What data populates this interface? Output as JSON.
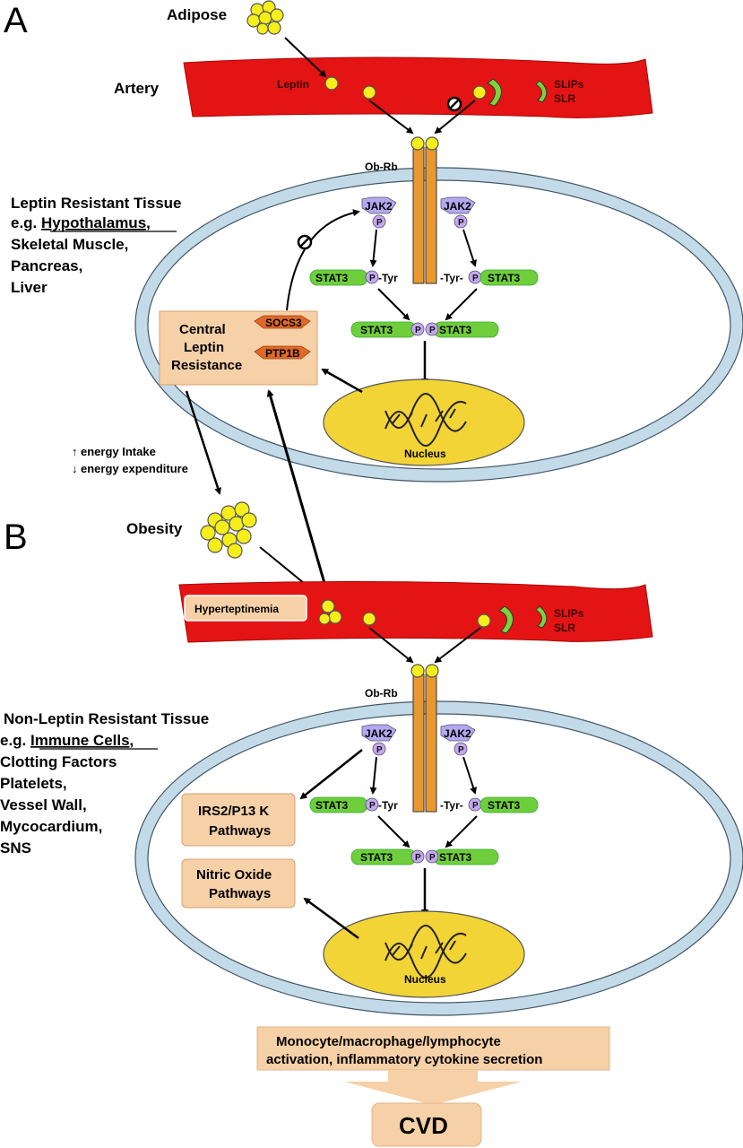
{
  "panel_a": {
    "letter": "A",
    "adipose": "Adipose",
    "artery": "Artery",
    "leptin": "Leptin",
    "slips": "SLIPs",
    "slr": "SLR",
    "ob_rb": "Ob-Rb",
    "tissue_line1": "Leptin Resistant Tissue",
    "tissue_eg": "e.g. ",
    "tissue_eg_item": "Hypothalamus,",
    "tissue_line3": "Skeletal Muscle,",
    "tissue_line4": "Pancreas,",
    "tissue_line5": "Liver",
    "jak2_left": "JAK2",
    "jak2_right": "JAK2",
    "p": "P",
    "stat3": "STAT3",
    "tyr_left": "-Tyr",
    "tyr_right": "-Tyr-",
    "resistance_line1": "Central",
    "resistance_line2": "Leptin",
    "resistance_line3": "Resistance",
    "socs3": "SOCS3",
    "ptp1b": "PTP1B",
    "nucleus": "Nucleus",
    "energy_intake": "energy Intake",
    "energy_expenditure": "energy expenditure"
  },
  "panel_b": {
    "letter": "B",
    "obesity": "Obesity",
    "hyperleptinemia": "Hyperteptinemia",
    "slips": "SLIPs",
    "slr": "SLR",
    "ob_rb": "Ob-Rb",
    "tissue_line1": "Non-Leptin Resistant Tissue",
    "tissue_eg": "e.g. ",
    "tissue_eg_item": "Immune Cells,",
    "tissue_line3": "Clotting Factors",
    "tissue_line4": "Platelets,",
    "tissue_line5": "Vessel Wall,",
    "tissue_line6": "Mycocardium,",
    "tissue_line7": "SNS",
    "jak2_left": "JAK2",
    "jak2_right": "JAK2",
    "p": "P",
    "stat3": "STAT3",
    "tyr_left": "-Tyr",
    "tyr_right": "-Tyr-",
    "irs2_line1": "IRS2/P13 K",
    "irs2_line2": "Pathways",
    "no_line1": "Nitric Oxide",
    "no_line2": "Pathways",
    "nucleus": "Nucleus",
    "outcome_line1": "Monocyte/macrophage/lymphocyte",
    "outcome_line2": "activation, inflammatory cytokine secretion",
    "cvd": "CVD"
  },
  "colors": {
    "artery": "#e41414",
    "leptin": "#f5ee1a",
    "slr": "#7fd23c",
    "membrane": "#c3dbe8",
    "receptor": "#e8982e",
    "jak2": "#b4a8f0",
    "stat3": "#6fce3c",
    "phospho": "#c5a8f0",
    "box": "#f6d0a6",
    "inhibitor": "#e06828",
    "nucleus": "#f2d436"
  }
}
